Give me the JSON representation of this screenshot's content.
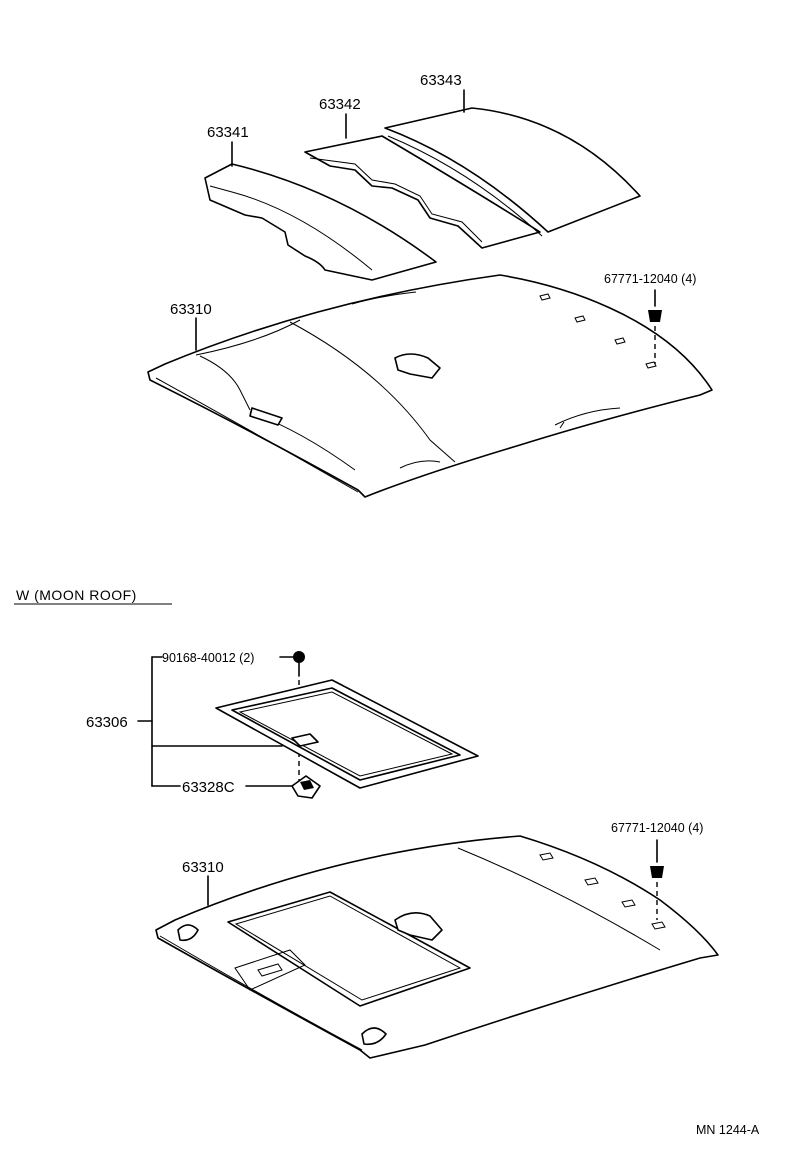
{
  "labels": {
    "insulator_front": "63341",
    "insulator_center": "63342",
    "insulator_rear": "63343",
    "headlining_top": "63310",
    "clip_top": "67771-12040 (4)",
    "section_title": "W (MOON  ROOF)",
    "screw": "90168-40012 (2)",
    "garnish_assy": "63306",
    "stop": "63328C",
    "headlining_bottom": "63310",
    "clip_bottom": "67771-12040 (4)",
    "drawing_number": "MN  1244-A"
  }
}
